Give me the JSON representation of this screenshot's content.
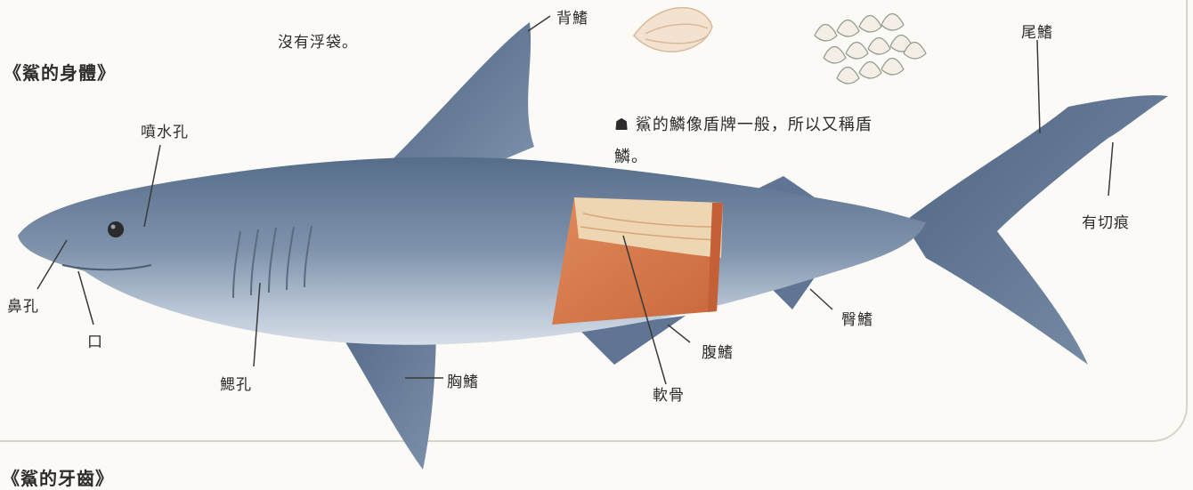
{
  "texts": {
    "top_caption": "沒有浮袋。",
    "section_body": "《鯊的身體》",
    "section_teeth": "《鯊的牙齒》",
    "scale_caption_line1": "☗ 鯊的鱗像盾牌一般，所以又稱盾",
    "scale_caption_line2": "鱗。"
  },
  "labels": {
    "dorsal_fin": "背鰭",
    "tail_fin": "尾鰭",
    "notch": "有切痕",
    "spiracle": "噴水孔",
    "nostril": "鼻孔",
    "mouth": "口",
    "gill_slits": "鰓孔",
    "pectoral_fin": "胸鰭",
    "cartilage": "軟骨",
    "pelvic_fin": "腹鰭",
    "anal_fin": "臀鰭"
  },
  "colors": {
    "body": "#6f849f",
    "belly": "#c9d3df",
    "fin": "#5a6f8a",
    "cartilage": "#d8794a",
    "cartilage_light": "#efd2a8"
  }
}
